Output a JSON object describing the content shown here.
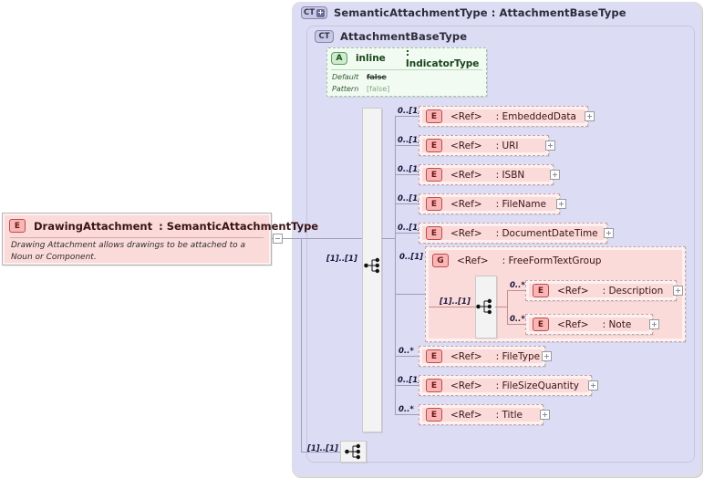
{
  "diagram": {
    "title": "XSD content model diagram",
    "root_element": {
      "icon": "element-icon",
      "badge": "E",
      "name": "DrawingAttachment",
      "type": ": SemanticAttachmentType",
      "documentation": "Drawing Attachment allows drawings to be attached to a Noun or Component.",
      "collapse_toggle": "minus-toggle"
    },
    "complex_type_outer": {
      "badge": "CT",
      "badge_plus": "+",
      "label": "SemanticAttachmentType : AttachmentBaseType"
    },
    "complex_type_inner": {
      "badge": "CT",
      "label": "AttachmentBaseType"
    },
    "attribute": {
      "badge": "A",
      "name": "inline",
      "type": ": IndicatorType",
      "facets": [
        {
          "key": "Default",
          "value": "false",
          "style": "strike"
        },
        {
          "key": "Pattern",
          "value": "[false]",
          "style": "muted"
        }
      ]
    },
    "main_sequence": {
      "icon": "sequence-compositor-icon",
      "cardinality": "[1]..[1]"
    },
    "bottom_sequence": {
      "icon": "sequence-compositor-icon",
      "cardinality": "[1]..[1]"
    },
    "elements": [
      {
        "badge": "E",
        "cardinality": "0..[1]",
        "ref": "<Ref>",
        "type": ": EmbeddedData",
        "expander": "+"
      },
      {
        "badge": "E",
        "cardinality": "0..[1]",
        "ref": "<Ref>",
        "type": ": URI",
        "expander": "+"
      },
      {
        "badge": "E",
        "cardinality": "0..[1]",
        "ref": "<Ref>",
        "type": ": ISBN",
        "expander": "+"
      },
      {
        "badge": "E",
        "cardinality": "0..[1]",
        "ref": "<Ref>",
        "type": ": FileName",
        "expander": "+"
      },
      {
        "badge": "E",
        "cardinality": "0..[1]",
        "ref": "<Ref>",
        "type": ": DocumentDateTime",
        "expander": "+"
      }
    ],
    "group": {
      "badge": "G",
      "cardinality": "0..[1]",
      "ref": "<Ref>",
      "type": ": FreeFormTextGroup",
      "sequence": {
        "icon": "sequence-compositor-icon",
        "cardinality": "[1]..[1]"
      },
      "children": [
        {
          "badge": "E",
          "cardinality": "0..*",
          "ref": "<Ref>",
          "type": ": Description",
          "expander": "+"
        },
        {
          "badge": "E",
          "cardinality": "0..*",
          "ref": "<Ref>",
          "type": ": Note",
          "expander": "+"
        }
      ]
    },
    "elements_tail": [
      {
        "badge": "E",
        "cardinality": "0..*",
        "ref": "<Ref>",
        "type": ": FileType",
        "expander": "+"
      },
      {
        "badge": "E",
        "cardinality": "0..[1]",
        "ref": "<Ref>",
        "type": ": FileSizeQuantity",
        "expander": "+"
      },
      {
        "badge": "E",
        "cardinality": "0..*",
        "ref": "<Ref>",
        "type": ": Title",
        "expander": "+"
      }
    ],
    "colors": {
      "canvas": "#ffffff",
      "type_background": "#dcdcf4",
      "element_fill": "#fbdada",
      "element_border": "#c9a3a3",
      "attribute_fill": "#f2fbf2",
      "attribute_border": "#9cc79c",
      "compositor_fill": "#f3f3f3"
    }
  }
}
